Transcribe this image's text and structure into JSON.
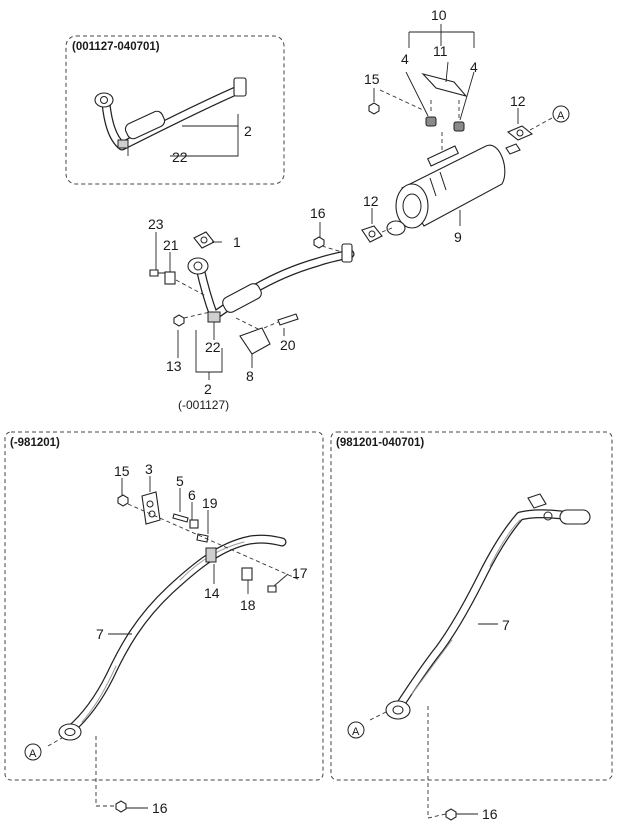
{
  "panels": {
    "inset_top": {
      "caption": "(001127-040701)"
    },
    "main_bottom_caption": "(-001127)",
    "bottom_left": {
      "caption": "(-981201)"
    },
    "bottom_right": {
      "caption": "(981201-040701)"
    }
  },
  "callouts": {
    "inset_2": "2",
    "inset_22": "22",
    "c10": "10",
    "c4a": "4",
    "c11": "11",
    "c4b": "4",
    "c15_top": "15",
    "c12_right": "12",
    "refA_top": "A",
    "c12_mid": "12",
    "c16_mid": "16",
    "c9": "9",
    "c23": "23",
    "c21": "21",
    "c1": "1",
    "c13": "13",
    "c22": "22",
    "c20": "20",
    "c2": "2",
    "c8": "8",
    "bl_15": "15",
    "bl_3": "3",
    "bl_5": "5",
    "bl_6": "6",
    "bl_19": "19",
    "bl_17": "17",
    "bl_14": "14",
    "bl_18": "18",
    "bl_7": "7",
    "bl_A": "A",
    "bl_16": "16",
    "br_7": "7",
    "br_A": "A",
    "br_16": "16"
  }
}
